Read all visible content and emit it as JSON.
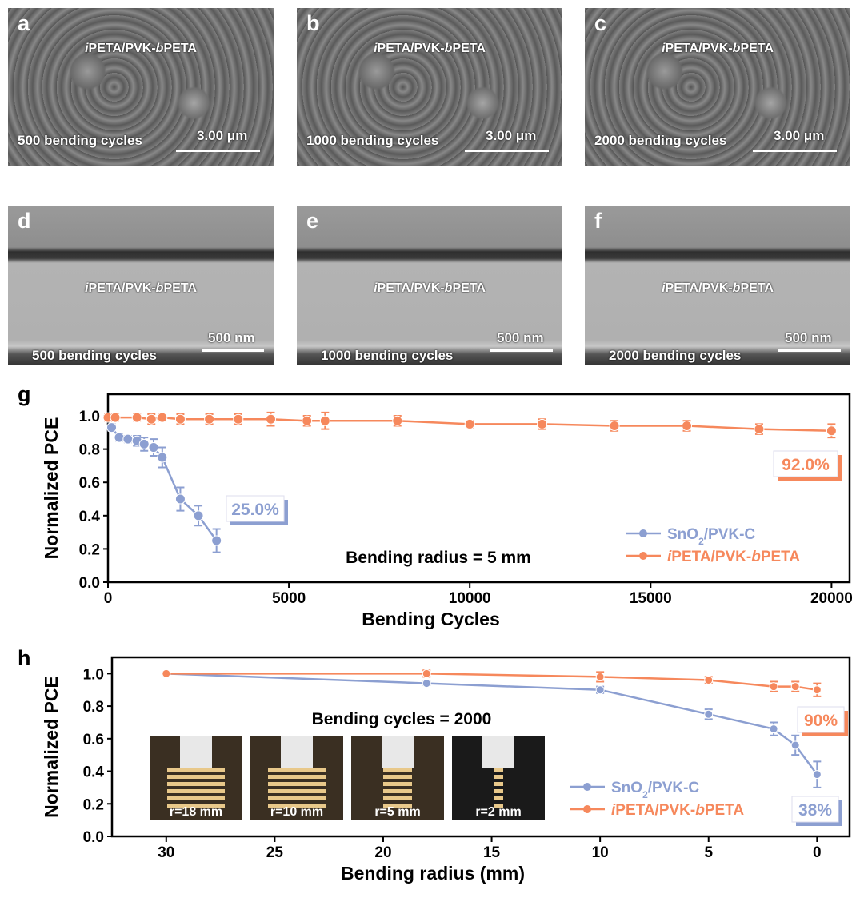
{
  "panels_sem": [
    {
      "letter": "a",
      "sample": "iPETA/PVK-bPETA",
      "cycles": "500 bending cycles",
      "scale": "3.00 μm"
    },
    {
      "letter": "b",
      "sample": "iPETA/PVK-bPETA",
      "cycles": "1000 bending cycles",
      "scale": "3.00 μm"
    },
    {
      "letter": "c",
      "sample": "iPETA/PVK-bPETA",
      "cycles": "2000 bending cycles",
      "scale": "3.00 μm"
    },
    {
      "letter": "d",
      "sample": "iPETA/PVK-bPETA",
      "cycles": "500 bending cycles",
      "scale": "500 nm"
    },
    {
      "letter": "e",
      "sample": "iPETA/PVK-bPETA",
      "cycles": "1000 bending cycles",
      "scale": "500 nm"
    },
    {
      "letter": "f",
      "sample": "iPETA/PVK-bPETA",
      "cycles": "2000 bending cycles",
      "scale": "500 nm"
    }
  ],
  "colors": {
    "blue": "#8c9fd1",
    "orange": "#f6885c"
  },
  "chart_data": [
    {
      "panel": "g",
      "type": "line",
      "xlabel": "Bending Cycles",
      "ylabel": "Normalized PCE",
      "xlim": [
        0,
        20500
      ],
      "ylim": [
        0,
        1.13
      ],
      "xticks": [
        0,
        5000,
        10000,
        15000,
        20000
      ],
      "yticks": [
        "0.0",
        "0.2",
        "0.4",
        "0.6",
        "0.8",
        "1.0"
      ],
      "annotation": "Bending radius = 5 mm",
      "legend_position": "bottom-right",
      "series": [
        {
          "name": "SnO2/PVK-C",
          "color": "#8c9fd1",
          "x": [
            100,
            310,
            550,
            800,
            1000,
            1260,
            1500,
            2000,
            2500,
            3000
          ],
          "y": [
            0.93,
            0.87,
            0.86,
            0.85,
            0.83,
            0.81,
            0.75,
            0.5,
            0.4,
            0.25
          ],
          "err": [
            0.02,
            0.02,
            0.02,
            0.03,
            0.04,
            0.05,
            0.06,
            0.07,
            0.06,
            0.07
          ],
          "end_label": "25.0%"
        },
        {
          "name": "iPETA/PVK-bPETA",
          "color": "#f6885c",
          "x": [
            0,
            200,
            800,
            1200,
            1500,
            2000,
            2800,
            3600,
            4500,
            5500,
            6000,
            8000,
            10000,
            12000,
            14000,
            16000,
            18000,
            20000
          ],
          "y": [
            0.99,
            0.99,
            0.99,
            0.98,
            0.99,
            0.98,
            0.98,
            0.98,
            0.98,
            0.97,
            0.97,
            0.97,
            0.95,
            0.95,
            0.94,
            0.94,
            0.92,
            0.91
          ],
          "err": [
            0.02,
            0.02,
            0.02,
            0.03,
            0.02,
            0.03,
            0.03,
            0.03,
            0.04,
            0.03,
            0.05,
            0.03,
            0.02,
            0.03,
            0.03,
            0.03,
            0.03,
            0.04
          ],
          "end_label": "92.0%"
        }
      ]
    },
    {
      "panel": "h",
      "type": "line",
      "xlabel": "Bending radius (mm)",
      "ylabel": "Normalized PCE",
      "xlim": [
        32.5,
        -1.5
      ],
      "ylim": [
        0,
        1.1
      ],
      "xticks": [
        30,
        25,
        20,
        15,
        10,
        5,
        0
      ],
      "yticks": [
        "0.0",
        "0.2",
        "0.4",
        "0.6",
        "0.8",
        "1.0"
      ],
      "annotation": "Bending cycles = 2000",
      "legend_position": "bottom-right",
      "insets": [
        "r=18 mm",
        "r=10 mm",
        "r=5 mm",
        "r=2 mm"
      ],
      "series": [
        {
          "name": "SnO2/PVK-C",
          "color": "#8c9fd1",
          "x": [
            30,
            18,
            10,
            5,
            2,
            1,
            0
          ],
          "y": [
            1.0,
            0.94,
            0.9,
            0.75,
            0.66,
            0.56,
            0.38
          ],
          "err": [
            0.01,
            0.01,
            0.02,
            0.03,
            0.04,
            0.06,
            0.08
          ],
          "end_label": "38%"
        },
        {
          "name": "iPETA/PVK-bPETA",
          "color": "#f6885c",
          "x": [
            30,
            18,
            10,
            5,
            2,
            1,
            0
          ],
          "y": [
            1.0,
            1.0,
            0.98,
            0.96,
            0.92,
            0.92,
            0.9
          ],
          "err": [
            0.01,
            0.02,
            0.03,
            0.02,
            0.03,
            0.03,
            0.04
          ],
          "end_label": "90%"
        }
      ]
    }
  ]
}
